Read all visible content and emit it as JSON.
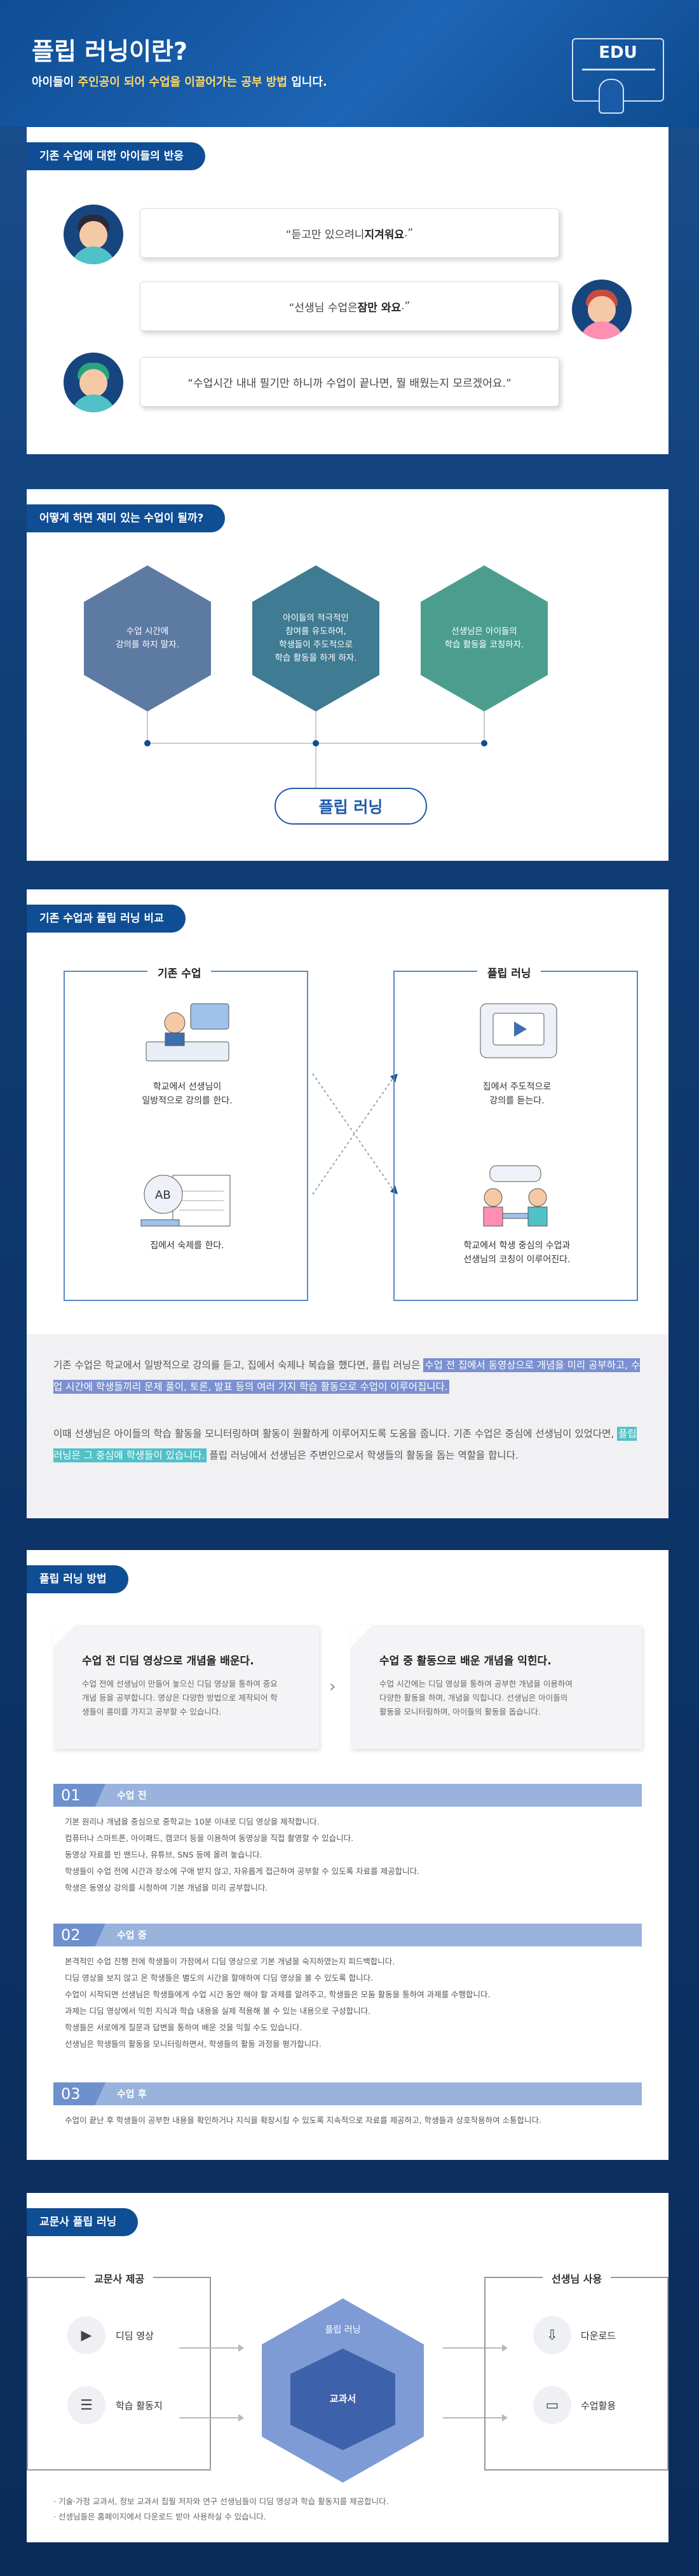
{
  "header": {
    "title": "플립 러닝이란?",
    "sub_pre": "아이들이 ",
    "sub_hl": "주인공이 되어 수업을 이끌어가는 공부 방법",
    "sub_post": " 입니다.",
    "badge": "EDU"
  },
  "s1": {
    "tag": "기존 수업에 대한 아이들의 반응",
    "q1_pre": "“듣고만 있으려니 ",
    "q1_b": "지겨워요",
    "q1_post": ".”",
    "q2_pre": "“선생님 수업은 ",
    "q2_b": "잠만 와요",
    "q2_post": ".”",
    "q3": "“수업시간 내내 필기만 하니까 수업이 끝나면, 뭘 배웠는지 모르겠어요.”"
  },
  "s2": {
    "tag": "어떻게 하면 재미 있는 수업이 될까?",
    "hex": [
      "수업 시간에\n강의를 하지 말자.",
      "아이들의 적극적인\n참여를 유도하여,\n학생들이 주도적으로\n학습 활동을 하게 하자.",
      "선생님은 아이들의\n학습 활동을 코칭하자."
    ],
    "flip": "플립 러닝",
    "colors": {
      "hex1": "#5d7aa3",
      "hex2": "#3f7b92",
      "hex3": "#4b9e8e"
    }
  },
  "s3": {
    "tag": "기존 수업과 플립 러닝 비교",
    "left_title": "기존 수업",
    "right_title": "플립 러닝",
    "lc1": "학교에서 선생님이\n일방적으로 강의를 한다.",
    "lc2": "집에서 숙제를 한다.",
    "rc1": "집에서 주도적으로\n강의를 듣는다.",
    "rc2": "학교에서 학생 중심의 수업과\n선생님의 코칭이 이루어진다.",
    "p1_a": "기존 수업은 학교에서 일방적으로 강의를 듣고, 집에서 숙제나 복습을 했다면, 플립 러닝은 ",
    "p1_m": "수업 전 집에서 동영상으로 개념을 미리 공부하고, 수업 시간에 학생들끼리 문제 풀이, 토론, 발표 등의 여러 가지 학습 활동으로 수업이 이루어집니다.",
    "p2_a": "이때 선생님은 아이들의 학습 활동을 모니터링하며 활동이 원활하게 이루어지도록 도움을 줍니다. 기존 수업은 중심에 선생님이 있었다면, ",
    "p2_m": "플립 러닝은 그 중심에 학생들이 있습니다.",
    "p2_b": " 플립 러닝에서 선생님은 주변인으로서 학생들의 활동을 돕는 역할을 합니다."
  },
  "s4": {
    "tag": "플립 러닝 방법",
    "card1_t": "수업 전 디딤 영상으로 개념을 배운다.",
    "card1_p": "수업 전에 선생님이 만들어 놓으신 디딤 영상을 통하여 중요\n개념 등을 공부합니다. 영상은 다양한 방법으로 제작되어 학\n생들이 흥미를 가지고 공부할 수 있습니다.",
    "card2_t": "수업 중 활동으로 배운 개념을 익힌다.",
    "card2_p": "수업 시간에는 디딤 영상을 통하여 공부한 개념을 이용하여\n다양한 활동을 하며, 개념을 익힙니다. 선생님은 아이들의\n활동을 모니터링하며, 아이들의 활동을 돕습니다.",
    "steps": [
      {
        "num": "01",
        "label": "수업 전",
        "lines": [
          "기본 원리나 개념을 중심으로 중학교는 10분 이내로 디딤 영상을 제작합니다.",
          "컴퓨터나 스마트폰, 아이패드, 캠코더 등을 이용하여 동영상을 직접 촬영할 수 있습니다.",
          "동영상 자료를 빈 밴드나, 유튜브, SNS 등에 올려 놓습니다.",
          "학생들이 수업 전에 시간과 장소에 구애 받지 않고, 자유롭게 접근하여 공부할 수 있도록 자료를 제공합니다.",
          "학생은 동영상 강의를 시청하여 기본 개념을 미리 공부합니다."
        ]
      },
      {
        "num": "02",
        "label": "수업 중",
        "lines": [
          "본격적인 수업 진행 전에 학생들이 가정에서 디딤 영상으로 기본 개념을 숙지하였는지 피드백합니다.",
          "디딤 영상을 보지 않고 온 학생들은 별도의 시간을 할애하여 디딤 영상을 볼 수 있도록 합니다.",
          "수업이 시작되면 선생님은 학생들에게 수업 시간 동안 해야 할 과제를 알려주고, 학생들은 모둠 활동을 통하여 과제를 수행합니다.",
          "과제는 디딤 영상에서 익힌 지식과 학습 내용을 실제 적용해 볼 수 있는 내용으로 구성합니다.",
          "학생들은 서로에게 질문과 답변을 통하여 배운 것을 익힐 수도 있습니다.",
          "선생님은 학생들의 활동을 모니터링하면서, 학생들의 활동 과정을 평가합니다."
        ]
      },
      {
        "num": "03",
        "label": "수업 후",
        "lines": [
          "수업이 끝난 후 학생들이 공부한 내용을 확인하거나 지식을 확장시킬 수 있도록 지속적으로 자료를 제공하고, 학생들과 상호작용하여 소통합니다."
        ]
      }
    ]
  },
  "s5": {
    "tag": "교문사 플립 러닝",
    "left_title": "교문사 제공",
    "right_title": "선생님 사용",
    "l1": "디딤 영상",
    "l2": "학습 활동지",
    "hex_top": "플립 러닝",
    "hex_mid": "교과서",
    "r1": "다운로드",
    "r2": "수업활용",
    "note1": "· 기술·가정 교과서, 정보 교과서 집필 저자와 연구 선생님들이 디딤 영상과 학습 활동지를 제공합니다.",
    "note2": "· 선생님들은 홈페이지에서 다운로드 받아 사용하실 수 있습니다."
  }
}
